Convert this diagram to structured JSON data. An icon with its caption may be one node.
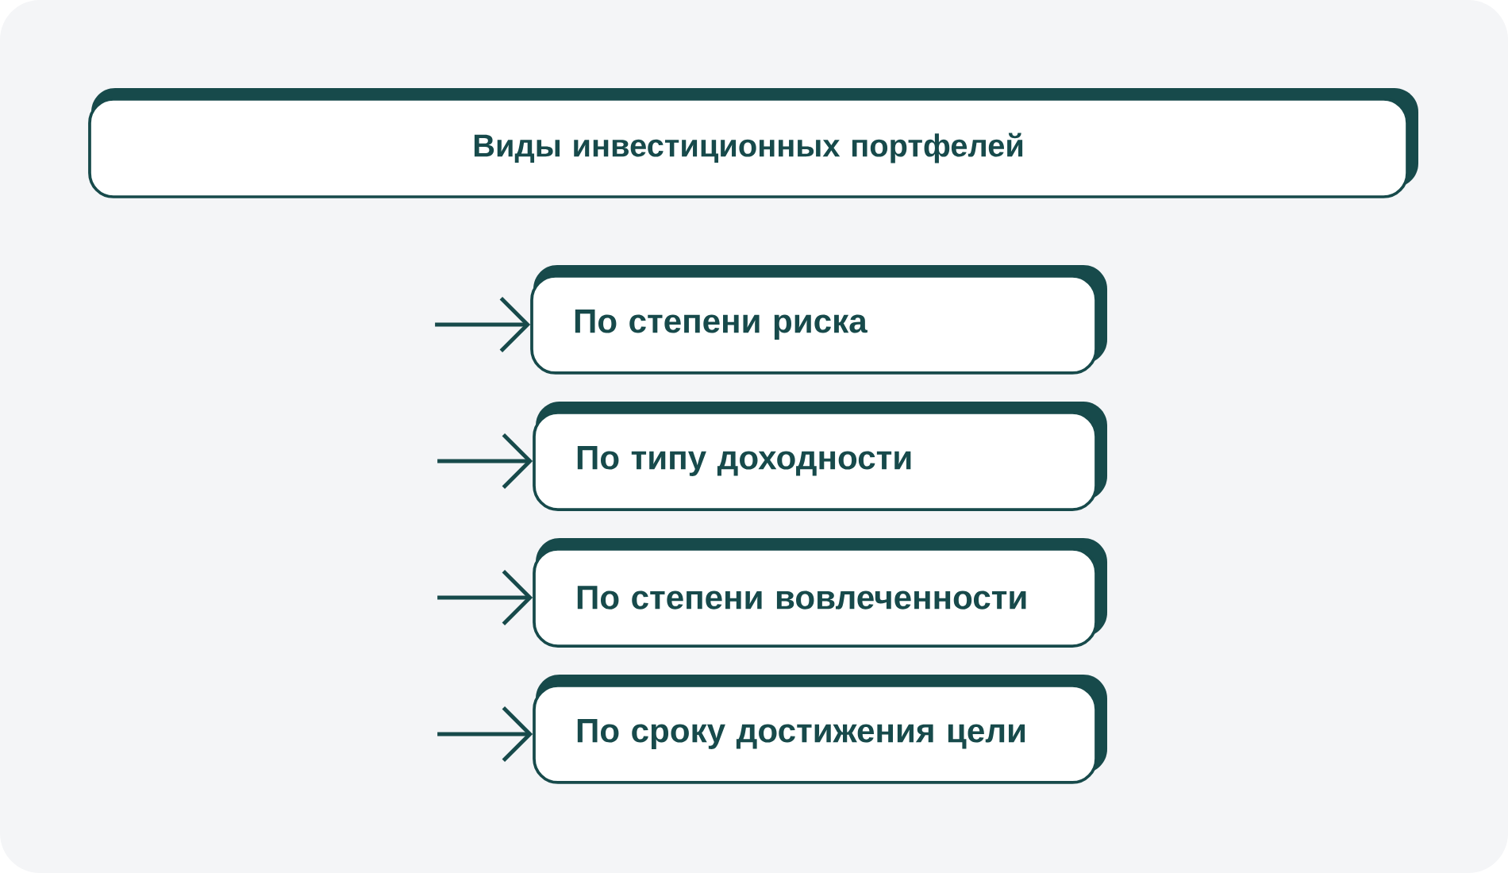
{
  "diagram": {
    "nodes": [
      {
        "text": [
          "Виды инвестиционных портфелей"
        ]
      },
      {
        "text": [
          "По степени риска"
        ]
      },
      {
        "text": [
          "По типу доходности"
        ]
      },
      {
        "text": [
          "По степени вовлеченности"
        ]
      },
      {
        "text": [
          "По сроку достижения цели"
        ]
      }
    ],
    "edges": [
      {
        "from": null,
        "to": 1,
        "arrow": "to"
      },
      {
        "from": null,
        "to": 2,
        "arrow": "to"
      },
      {
        "from": null,
        "to": 3,
        "arrow": "to"
      },
      {
        "from": null,
        "to": 4,
        "arrow": "to"
      }
    ]
  }
}
